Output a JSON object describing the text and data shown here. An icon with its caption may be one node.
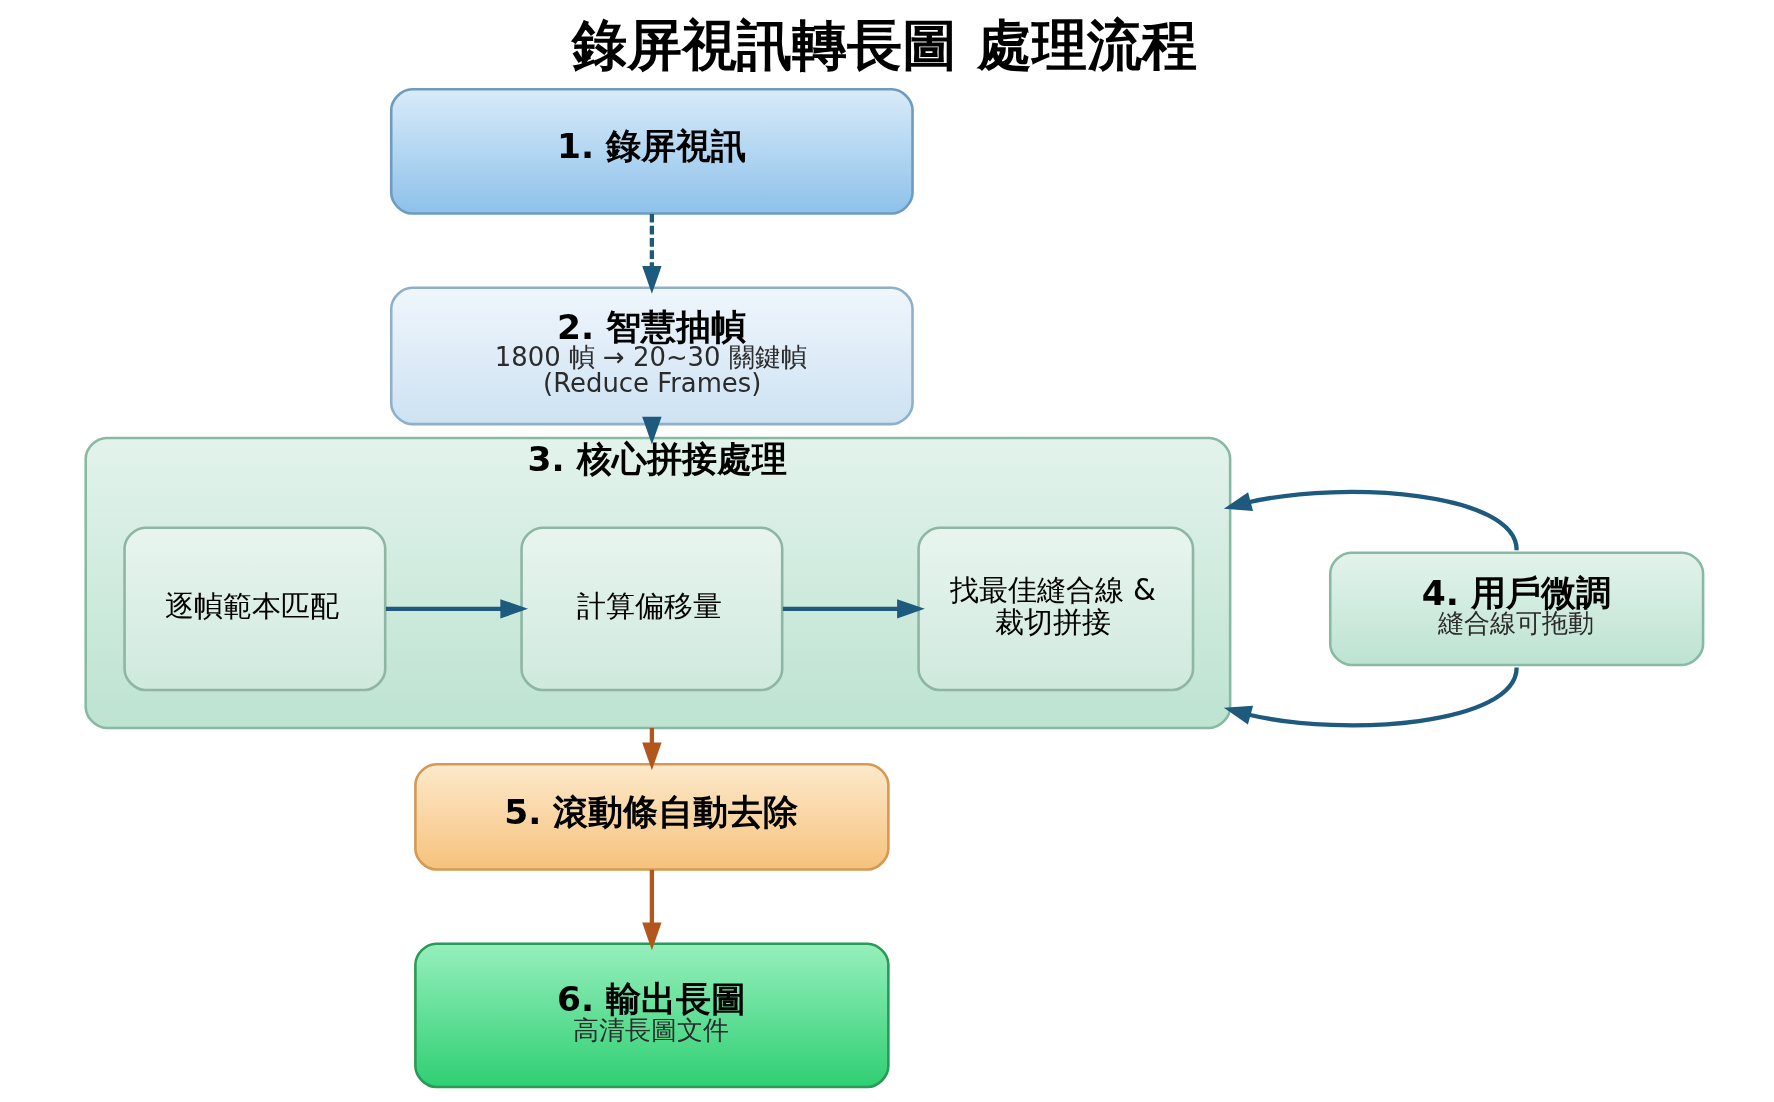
{
  "diagram": {
    "title": "錄屏視訊轉長圖 處理流程",
    "nodes": [
      {
        "text": [
          "1. 錄屏視訊"
        ]
      },
      {
        "text": [
          "2. 智慧抽幀",
          "1800 幀 → 20~30 關鍵幀 (Reduce Frames)"
        ]
      },
      {
        "text": [
          "3. 核心拼接處理"
        ]
      },
      {
        "text": [
          "逐幀範本匹配"
        ],
        "in": 2
      },
      {
        "text": [
          "計算偏移量"
        ],
        "in": 2
      },
      {
        "text": [
          "找最佳縫合線 & 裁切拼接"
        ],
        "in": 2
      },
      {
        "text": [
          "4. 用戶微調",
          "縫合線可拖動"
        ]
      },
      {
        "text": [
          "5. 滾動條自動去除"
        ]
      },
      {
        "text": [
          "6. 輸出長圖",
          "高清長圖文件"
        ]
      }
    ],
    "edges": [
      {
        "from": 0,
        "to": 1,
        "arrow": "to",
        "style": "dashed"
      },
      {
        "from": 1,
        "to": 2,
        "arrow": "to"
      },
      {
        "from": 3,
        "to": 4,
        "arrow": "to"
      },
      {
        "from": 4,
        "to": 5,
        "arrow": "to"
      },
      {
        "from": 6,
        "to": 2,
        "arrow": "to"
      },
      {
        "from": 6,
        "to": 2,
        "arrow": "to"
      },
      {
        "from": 2,
        "to": 7,
        "arrow": "to",
        "color": "#b3561d"
      },
      {
        "from": 7,
        "to": 8,
        "arrow": "to",
        "color": "#b3561d"
      }
    ]
  }
}
